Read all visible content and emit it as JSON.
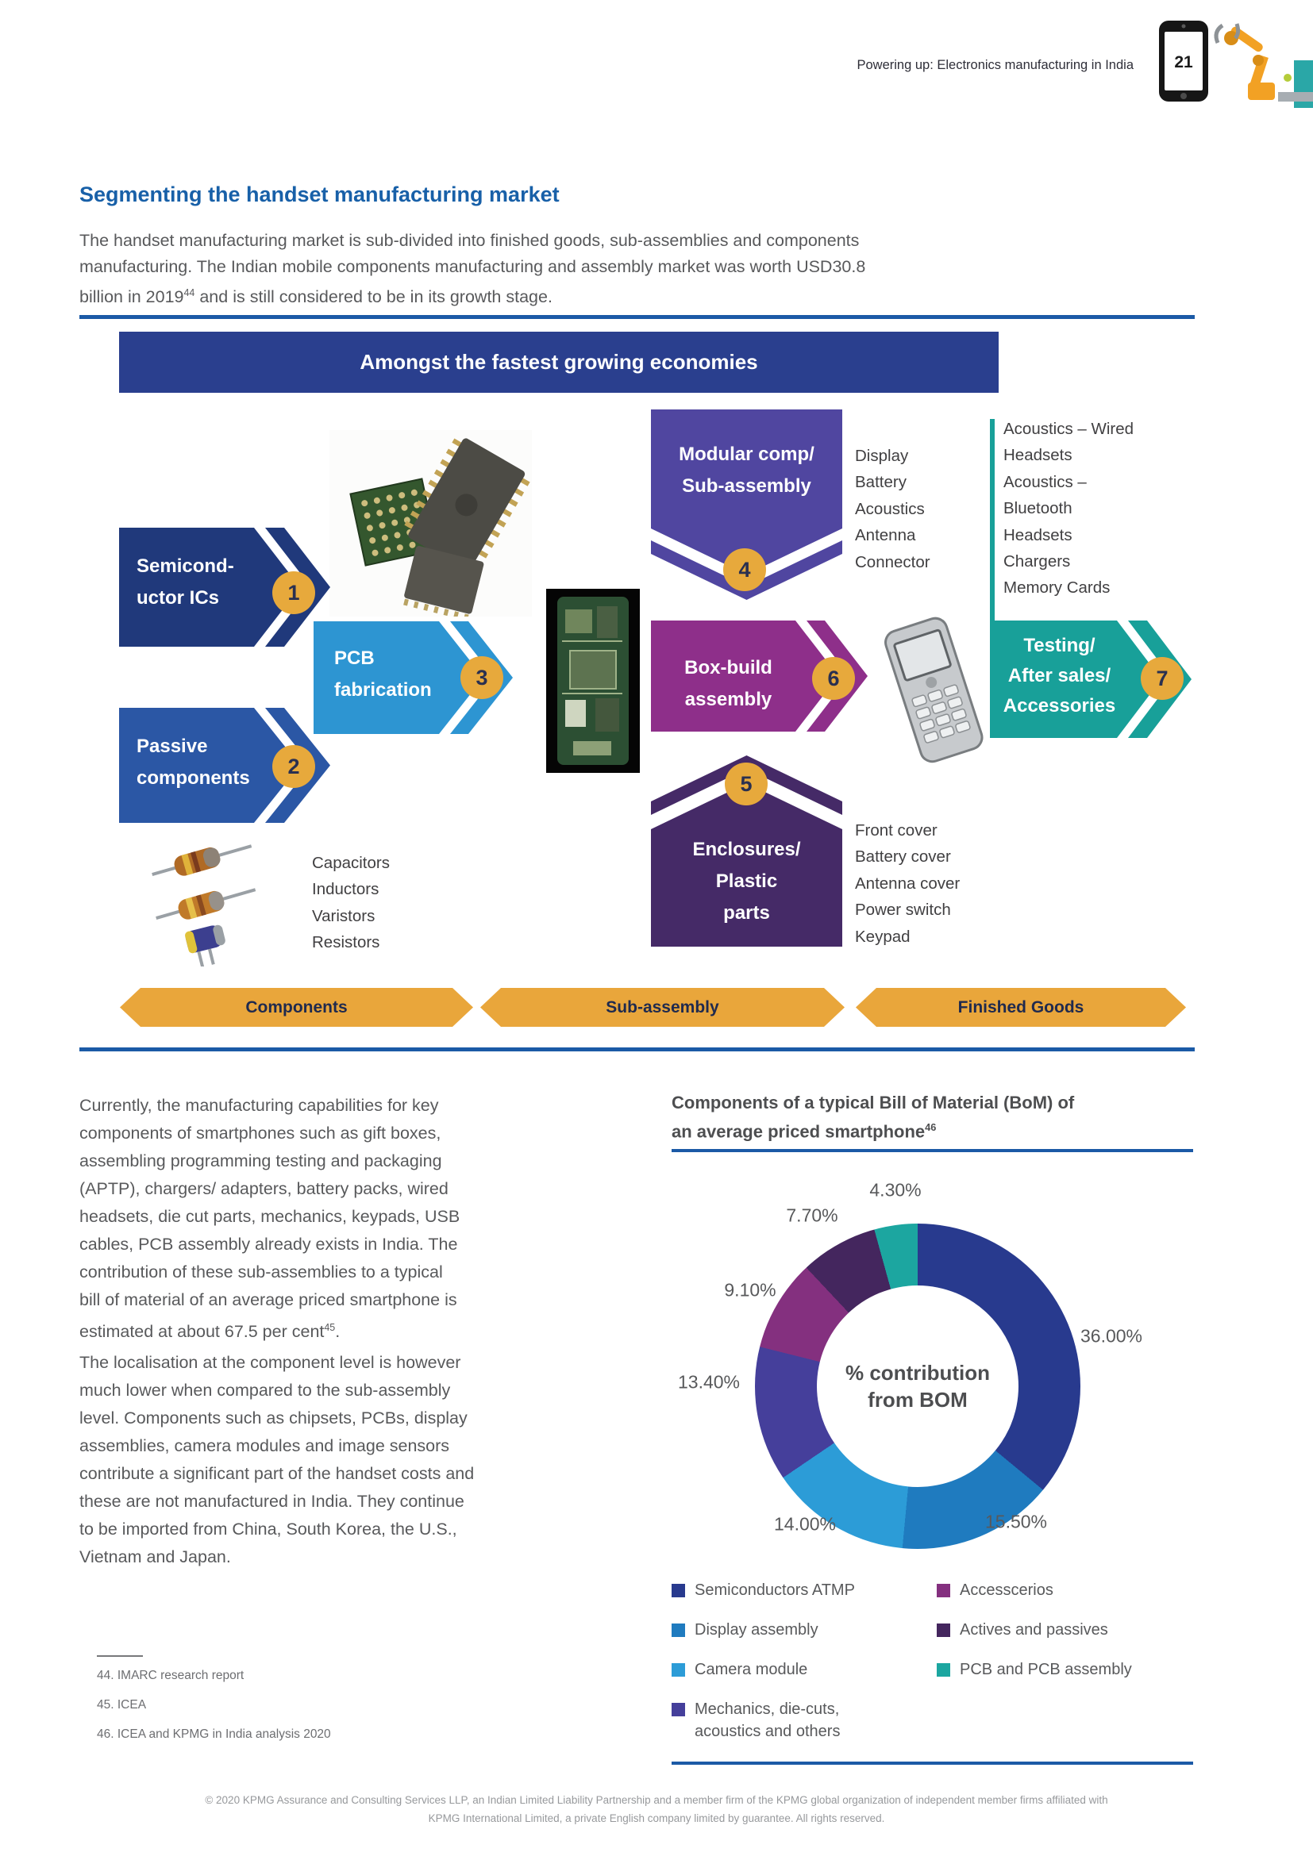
{
  "header": {
    "doc_title": "Powering up: Electronics manufacturing in India",
    "page_number": "21"
  },
  "section": {
    "heading": "Segmenting the handset manufacturing market",
    "intro": {
      "t1": "The handset manufacturing market is sub-divided into finished goods, sub-assemblies and components\nmanufacturing. The Indian mobile components manufacturing and assembly market was worth USD30.8\nbillion in 2019",
      "sup": "44",
      "t2": " and is still considered to be in its growth stage."
    }
  },
  "diagram": {
    "banner_title": "Amongst the fastest growing economies",
    "steps": {
      "s1": {
        "num": "1",
        "label": "Semicond-\nuctor ICs",
        "color": "#20397b"
      },
      "s2": {
        "num": "2",
        "label": "Passive\ncomponents",
        "color": "#2b57a5"
      },
      "s3": {
        "num": "3",
        "label": "PCB\nfabrication",
        "color": "#2d95d2"
      },
      "s4": {
        "num": "4",
        "label": "Modular comp/\nSub-assembly",
        "color": "#5046a0"
      },
      "s5": {
        "num": "5",
        "label": "Enclosures/\nPlastic\nparts",
        "color": "#452a67"
      },
      "s6": {
        "num": "6",
        "label": "Box-build\nassembly",
        "color": "#8e2f8a"
      },
      "s7": {
        "num": "7",
        "label": "Testing/\nAfter sales/\nAccessories",
        "color": "#18a099"
      }
    },
    "lists": {
      "modular_outputs": [
        "Display",
        "Battery",
        "Acoustics",
        "Antenna",
        "Connector"
      ],
      "accessories": [
        "Acoustics – Wired",
        "Headsets",
        "Acoustics –",
        "Bluetooth",
        "Headsets",
        "Chargers",
        "Memory Cards"
      ],
      "passive_examples": [
        "Capacitors",
        "Inductors",
        "Varistors",
        "Resistors"
      ],
      "enclosure_parts": [
        "Front cover",
        "Battery cover",
        "Antenna cover",
        "Power switch",
        "Keypad"
      ]
    },
    "flow_labels": [
      "Components",
      "Sub-assembly",
      "Finished Goods"
    ]
  },
  "body": {
    "para1": {
      "t1": "Currently, the manufacturing capabilities for key\ncomponents of smartphones such as gift boxes,\nassembling programming testing and packaging\n(APTP), chargers/ adapters, battery packs, wired\nheadsets, die cut parts, mechanics, keypads, USB\ncables, PCB assembly already exists in India. The\ncontribution of these sub-assemblies to a typical\nbill of material of an average priced smartphone is\nestimated at about 67.5 per cent",
      "sup": "45",
      "t2": "."
    },
    "para2": "The localisation at the component level is however\nmuch lower when compared to the sub-assembly\nlevel. Components such as chipsets, PCBs, display\nassemblies, camera modules and image sensors\ncontribute a significant part of the handset costs and\nthese are not manufactured in India. They continue\nto be imported from China, South Korea, the U.S.,\nVietnam and Japan."
  },
  "chart": {
    "title": {
      "t1": "Components of a typical Bill of Material (BoM) of\nan average priced smartphone",
      "sup": "46"
    },
    "center_label": "% contribution\nfrom BOM"
  },
  "chart_data": {
    "type": "pie",
    "donut": true,
    "title": "Components of a typical Bill of Material (BoM) of an average priced smartphone",
    "center_label": "% contribution from BOM",
    "legend_position": "bottom",
    "slices": [
      {
        "name": "Semiconductors ATMP",
        "value": 36.0,
        "label": "36.00%",
        "color": "#283a8e"
      },
      {
        "name": "Display assembly",
        "value": 15.5,
        "label": "15.50%",
        "color": "#1f7bbf"
      },
      {
        "name": "Camera module",
        "value": 14.0,
        "label": "14.00%",
        "color": "#2c9cd7"
      },
      {
        "name": "Mechanics, die-cuts, acoustics and others",
        "value": 13.4,
        "label": "13.40%",
        "color": "#453f9b"
      },
      {
        "name": "Accesscerios",
        "value": 9.1,
        "label": "9.10%",
        "color": "#84307f"
      },
      {
        "name": "Actives and passives",
        "value": 7.7,
        "label": "7.70%",
        "color": "#44265e"
      },
      {
        "name": "PCB and PCB assembly",
        "value": 4.3,
        "label": "4.30%",
        "color": "#1ca6a0"
      }
    ],
    "legend": {
      "left": [
        {
          "label": "Semiconductors ATMP",
          "color": "#283a8e"
        },
        {
          "label": "Display assembly",
          "color": "#1f7bbf"
        },
        {
          "label": "Camera module",
          "color": "#2c9cd7"
        },
        {
          "label": "Mechanics, die-cuts,\nacoustics and others",
          "color": "#453f9b"
        }
      ],
      "right": [
        {
          "label": "Accesscerios",
          "color": "#84307f"
        },
        {
          "label": "Actives and passives",
          "color": "#44265e"
        },
        {
          "label": "PCB and PCB assembly",
          "color": "#1ca6a0"
        }
      ]
    }
  },
  "footnotes": [
    "44. IMARC research report",
    "45. ICEA",
    "46. ICEA and KPMG in India analysis 2020"
  ],
  "footer": {
    "line1": "© 2020 KPMG Assurance and Consulting Services LLP, an Indian Limited Liability Partnership and a member firm of the KPMG global organization of independent member firms affiliated with",
    "line2": "KPMG International Limited, a private English company limited by guarantee. All rights reserved."
  }
}
